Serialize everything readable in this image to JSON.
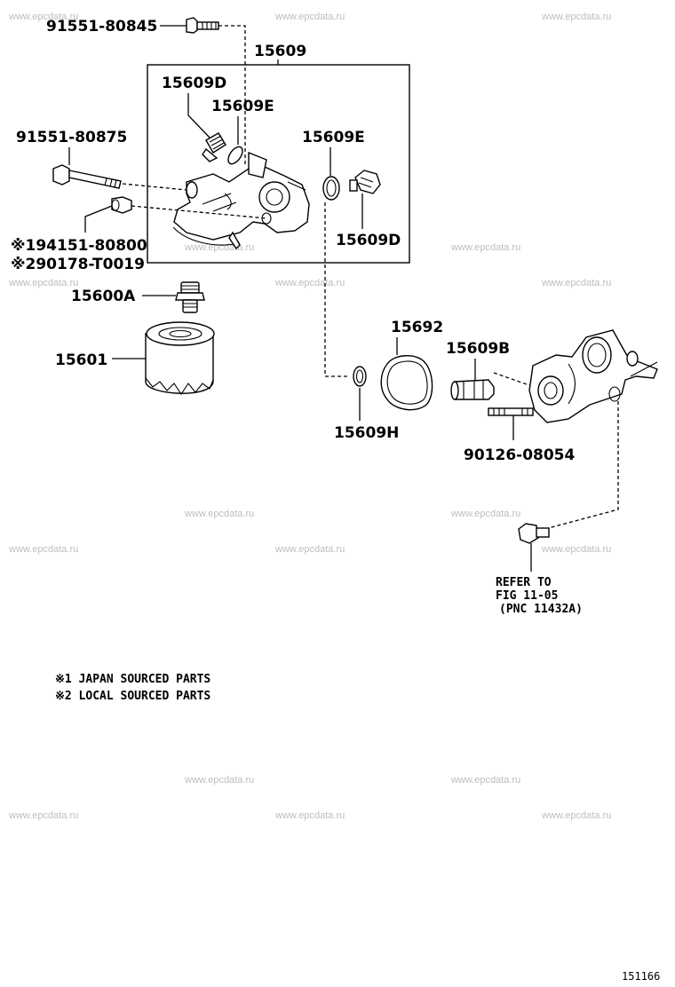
{
  "parts": {
    "p91551_80845": "91551-80845",
    "p15609": "15609",
    "p15609D_top": "15609D",
    "p15609E_left": "15609E",
    "p15609E_right": "15609E",
    "p91551_80875": "91551-80875",
    "p15609D_right": "15609D",
    "p194151": "※194151-80800",
    "p290178": "※290178-T0019",
    "p15600A": "15600A",
    "p15601": "15601",
    "p15692": "15692",
    "p15609B": "15609B",
    "p15609H": "15609H",
    "p90126_08054": "90126-08054"
  },
  "refer": {
    "line1": "REFER TO",
    "line2": "FIG 11-05",
    "line3": "(PNC 11432A)"
  },
  "notes": {
    "note1": "※1  JAPAN SOURCED PARTS",
    "note2": "※2  LOCAL SOURCED PARTS"
  },
  "watermark": "www.epcdata.ru",
  "figure_id": "151166"
}
